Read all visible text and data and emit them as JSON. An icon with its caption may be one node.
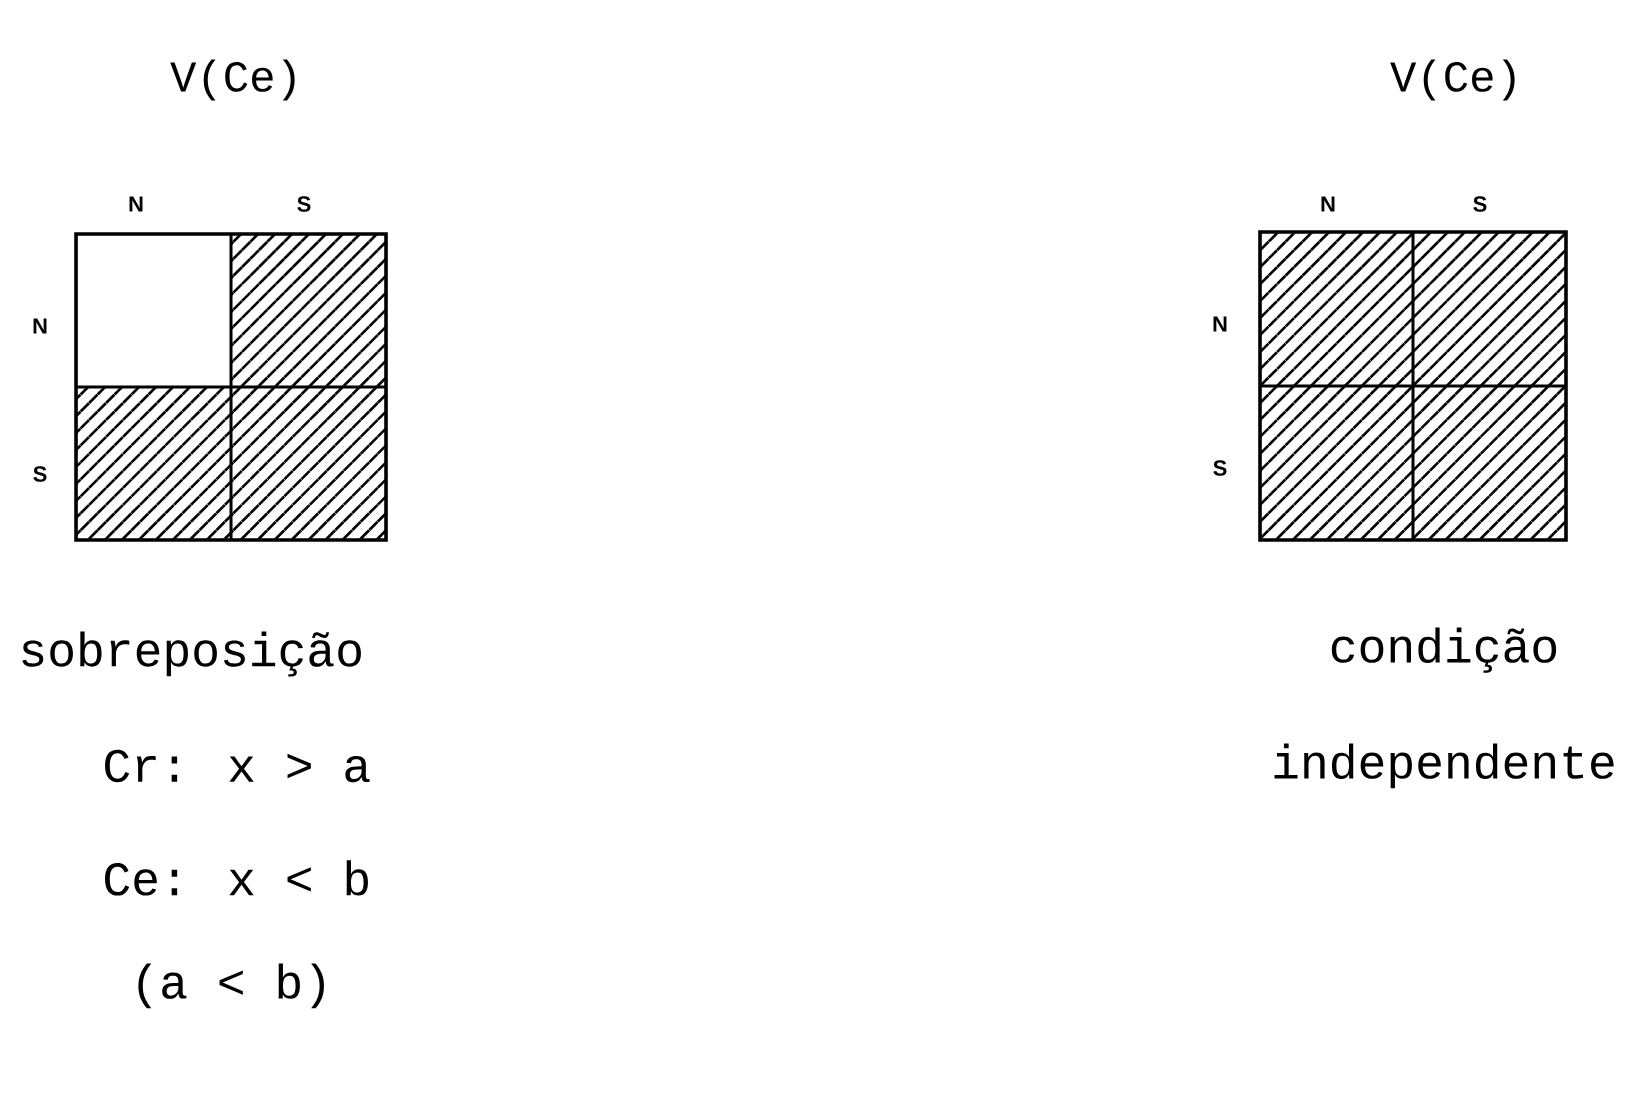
{
  "diagram": {
    "labels": [
      "V(Ce)",
      "V(Ce)",
      "N",
      "S",
      "N",
      "S",
      "N",
      "N",
      "S",
      "S",
      "sobreposição",
      "condição independente",
      "Cr: x > a",
      "Ce: x < b",
      "(a < b)"
    ]
  }
}
